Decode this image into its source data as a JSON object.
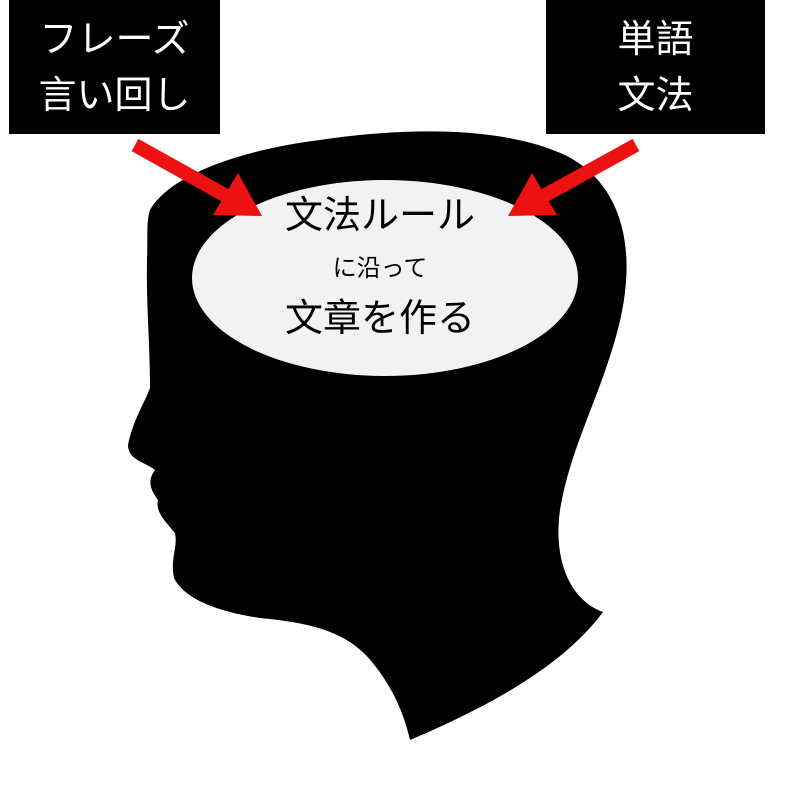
{
  "left_box": {
    "line1": "フレーズ",
    "line2": "言い回し"
  },
  "right_box": {
    "line1": "単語",
    "line2": "文法"
  },
  "center": {
    "line1": "文法ルール",
    "line2": "に沿って",
    "line3": "文章を作る"
  },
  "colors": {
    "head": "#000000",
    "arrow": "#ee1111",
    "bubble": "#f2f2f2",
    "box": "#000000",
    "box_text": "#ffffff"
  }
}
